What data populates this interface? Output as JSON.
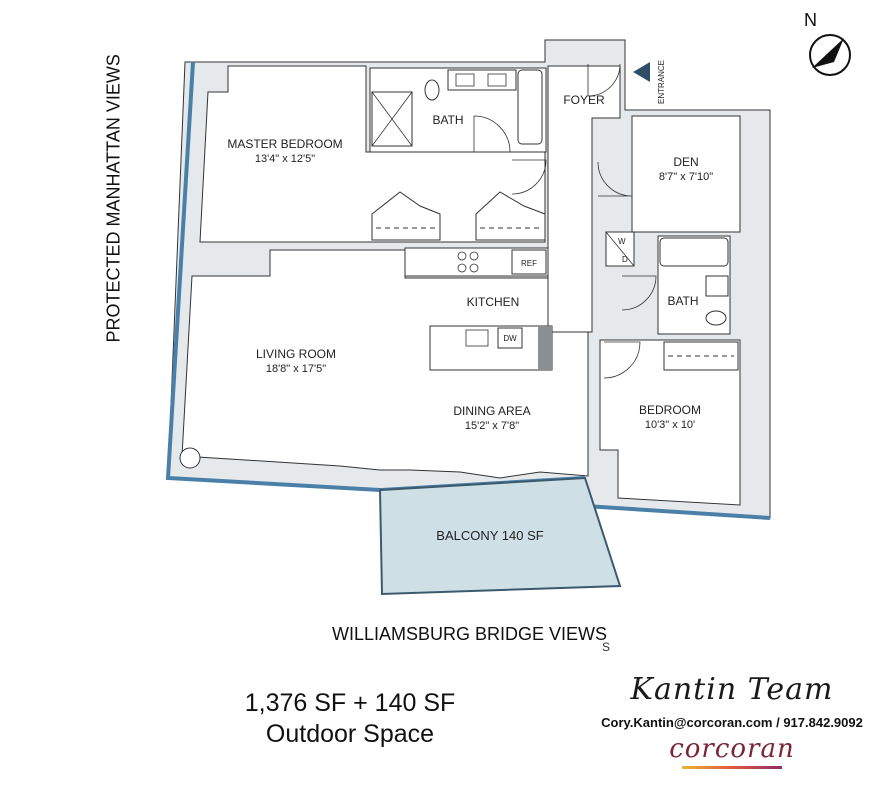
{
  "rooms": {
    "master_bedroom": {
      "name": "MASTER BEDROOM",
      "dims": "13'4\" x 12'5\""
    },
    "bath_master": {
      "name": "BATH"
    },
    "foyer": {
      "name": "FOYER"
    },
    "entrance": {
      "name": "ENTRANCE"
    },
    "den": {
      "name": "DEN",
      "dims": "8'7\" x 7'10\""
    },
    "wd": {
      "w": "W",
      "d": "D"
    },
    "ref": {
      "name": "REF"
    },
    "bath_second": {
      "name": "BATH"
    },
    "kitchen": {
      "name": "KITCHEN"
    },
    "dw": {
      "name": "DW"
    },
    "living_room": {
      "name": "LIVING ROOM",
      "dims": "18'8\" x 17'5\""
    },
    "dining_area": {
      "name": "DINING AREA",
      "dims": "15'2\" x 7'8\""
    },
    "bedroom": {
      "name": "BEDROOM",
      "dims": "10'3\" x 10'"
    },
    "balcony": {
      "name": "BALCONY 140 SF"
    }
  },
  "views": {
    "side": "PROTECTED MANHATTAN VIEWS",
    "bottom": "WILLIAMSBURG BRIDGE VIEWS"
  },
  "compass": {
    "north": "N",
    "south": "S"
  },
  "area": {
    "line1": "1,376 SF + 140 SF",
    "line2": "Outdoor Space"
  },
  "brand": {
    "team": "Kantin Team",
    "contact": "Cory.Kantin@corcoran.com / 917.842.9092",
    "company": "corcoran"
  },
  "colors": {
    "wall_fill": "#e6e9ec",
    "wall_stroke": "#333333",
    "exterior_wall": "#4a7fa8",
    "balcony_fill": "#cfdfe6"
  }
}
